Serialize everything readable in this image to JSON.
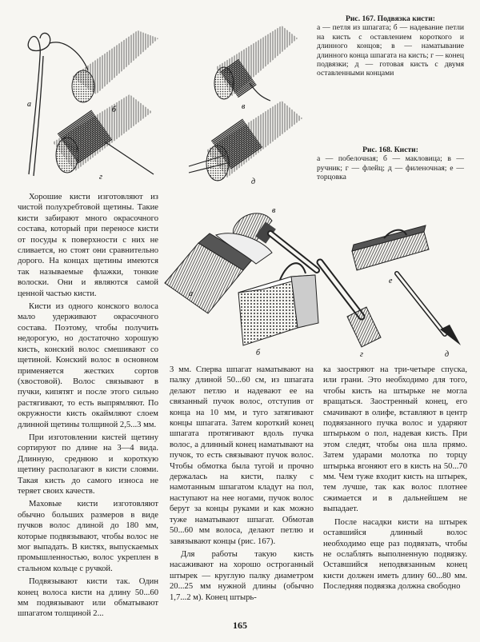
{
  "figure167": {
    "title": "Рис. 167. Подвязка кисти:",
    "caption": "а — петля из шпагата; б — надевание петли на кисть с оставлением короткого и длинного концов; в — наматывание длинного конца шпагата на кисть; г — конец подвязки; д — готовая кисть с двумя оставленными концами",
    "letters": [
      "а",
      "б",
      "в",
      "г",
      "д"
    ]
  },
  "figure168": {
    "title": "Рис. 168. Кисти:",
    "caption": "а — побелочная; б — макловица; в — ручник; г — флейц; д — филеночная; е — торцовка",
    "letters": [
      "а",
      "б",
      "в",
      "г",
      "д",
      "е"
    ]
  },
  "column1": [
    "Хорошие кисти изготовляют из чистой полухребтовой щетины. Такие кисти забирают много окрасочного состава, который при переносе кисти от посуды к поверхности с них не сливается, но стоят они сравнительно дорого. На концах щетины имеются так называемые флажки, тонкие волоски. Они и являются самой ценной частью кисти.",
    "Кисти из одного конского волоса мало удерживают окрасочного состава. Поэтому, чтобы получить недорогую, но достаточно хорошую кисть, конский волос смешивают со щетиной. Конский волос в основном применяется жестких сортов (хвостовой). Волос связывают в пучки, кипятят и после этого сильно растягивают, то есть выпрямляют. По окружности кисть окаймляют слоем длинной щетины толщиной 2,5...3 мм.",
    "При изготовлении кистей щетину сортируют по длине на 3—4 вида. Длинную, среднюю и короткую щетину располагают в кисти слоями. Такая кисть до самого износа не теряет своих качеств.",
    "Маховые кисти изготовляют обычно больших размеров в виде пучков волос длиной до 180 мм, которые подвязывают, чтобы волос не мог выпадать. В кистях, выпускаемых промышленностью, волос укреплен в стальном кольце с ручкой.",
    "Подвязывают кисти так. Один конец волоса кисти на длину 50...60 мм подвязывают или обматывают шпагатом толщиной 2..."
  ],
  "column2": [
    "3 мм. Сперва шпагат наматывают на палку длиной 50...60 см, из шпагата делают петлю и надевают ее на связанный пучок волос, отступив от конца на 10 мм, и туго затягивают концы шпагата. Затем короткий конец шпагата протягивают вдоль пучка волос, а длинный конец наматывают на пучок, то есть связывают пучок волос. Чтобы обмотка была тугой и прочно держалась на кисти, палку с намотанным шпагатом кладут на пол, наступают на нее ногами, пучок волос берут за концы руками и как можно туже наматывают шпагат. Обмотав 50...60 мм волоса, делают петлю и завязывают концы (рис. 167).",
    "Для работы такую кисть насаживают на хорошо остроганный штырек — круглую палку диаметром 20...25 мм нужной длины (обычно 1,7...2 м). Конец штырь-"
  ],
  "column3": [
    "ка заостряют на три-четыре спуска, или грани. Это необходимо для того, чтобы кисть на штырьке не могла вращаться. Заостренный конец, его смачивают в олифе, вставляют в центр подвязанного пучка волос и ударяют штырьком о пол, надевая кисть. При этом следят, чтобы она шла прямо. Затем ударами молотка по торцу штырька вгоняют его в кисть на 50...70 мм. Чем туже входит кисть на штырек, тем лучше, так как волос плотнее сжимается и в дальнейшем не выпадает.",
    "После насадки кисти на штырек оставшийся длинный волос необходимо еще раз подвязать, чтобы не ослаблять выполненную подвязку. Оставшийся неподвязанным конец кисти должен иметь длину 60...80 мм. Последняя подвязка должна свободно"
  ],
  "page_number": "165"
}
